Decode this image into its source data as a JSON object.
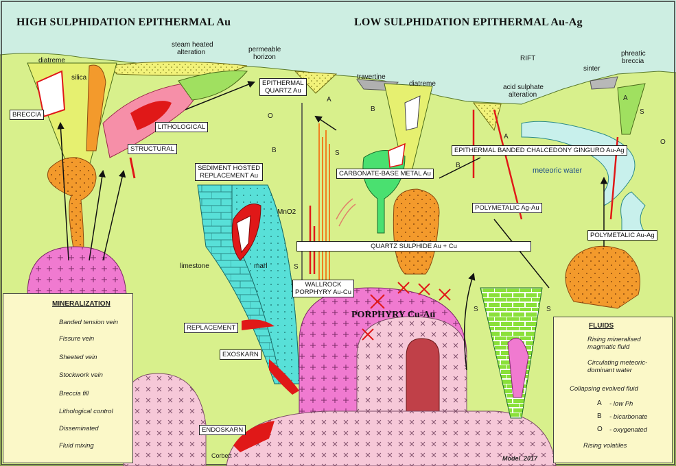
{
  "titles": {
    "high": "HIGH SULPHIDATION EPITHERMAL Au",
    "low": "LOW SULPHIDATION EPITHERMAL Au-Ag"
  },
  "labels": {
    "diatreme_left": "diatreme",
    "silica": "silica",
    "steam_heated": "steam heated",
    "alteration": "alteration",
    "permeable": "permeable",
    "horizon": "horizon",
    "travertine": "travertine",
    "diatreme_right": "diatreme",
    "rift": "RIFT",
    "acid_sulphate": "acid sulphate",
    "alteration2": "alteration",
    "sinter": "sinter",
    "phreatic": "phreatic",
    "breccia_word": "breccia",
    "limestone": "limestone",
    "marl": "marl",
    "mno2": "MnO2",
    "meteoric_water": "meteoric water",
    "porphyry": "PORPHYRY Cu-Au",
    "corbett": "Corbett",
    "model": "Model_2017"
  },
  "boxes": {
    "breccia": "BRECCIA",
    "lithological": "LITHOLOGICAL",
    "structural": "STRUCTURAL",
    "epithermal_quartz_1": "EPITHERMAL",
    "epithermal_quartz_2": "QUARTZ Au",
    "sediment_hosted_1": "SEDIMENT HOSTED",
    "sediment_hosted_2": "REPLACEMENT Au",
    "carbonate_base": "CARBONATE-BASE METAL Au",
    "epithermal_banded": "EPITHERMAL BANDED CHALCEDONY GINGURO Au-Ag",
    "polymetallic_ag_au": "POLYMETALIC Ag-Au",
    "polymetallic_au_ag": "POLYMETALIC Au-Ag",
    "quartz_sulphide": "QUARTZ SULPHIDE Au + Cu",
    "wallrock_1": "WALLROCK",
    "wallrock_2": "PORPHYRY Au-Cu",
    "replacement": "REPLACEMENT",
    "exoskarn": "EXOSKARN",
    "endoskarn": "ENDOSKARN"
  },
  "letters": {
    "a": "A",
    "b": "B",
    "o": "O",
    "s": "S"
  },
  "mineralization": {
    "heading": "MINERALIZATION",
    "items": [
      "Banded tension vein",
      "Fissure vein",
      "Sheeted vein",
      "Stockwork vein",
      "Breccia fill",
      "Lithological control",
      "Disseminated",
      "Fluid mixing"
    ]
  },
  "fluids": {
    "heading": "FLUIDS",
    "rising_1": "Rising mineralised",
    "rising_2": "magmatic fluid",
    "circ_1": "Circulating meteoric-",
    "circ_2": "dominant water",
    "collapsing": "Collapsing evolved fluid",
    "a_label": "- low Ph",
    "b_label": "- bicarbonate",
    "o_label": "- oxygenated",
    "volatiles": "Rising volatiles"
  },
  "colors": {
    "sky": "#cdeee2",
    "ground": "#d8f08c",
    "orange": "#f39a2c",
    "pink": "#f07ad0",
    "light_pink": "#f6c8d8",
    "cyan": "#58e0d8",
    "red": "#e01818",
    "yellow_fill": "#f2f27a",
    "legend_bg": "#fbf8c8"
  }
}
